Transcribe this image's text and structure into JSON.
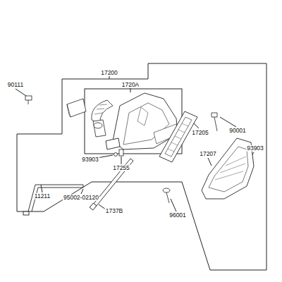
{
  "diagram": {
    "labels": [
      "17200",
      "1720A",
      "90111",
      "93903",
      "17255",
      "17205",
      "11211",
      "95002-02120",
      "1737B",
      "96001",
      "17207",
      "93903",
      "90001"
    ]
  }
}
